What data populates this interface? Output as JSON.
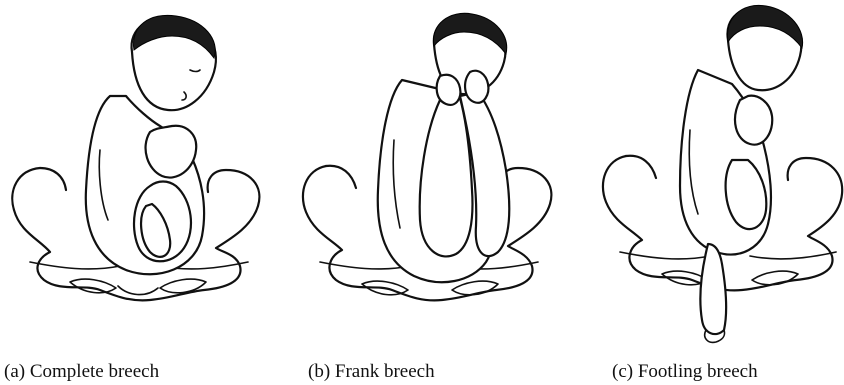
{
  "figures": [
    {
      "key": "a",
      "caption": "(a) Complete breech"
    },
    {
      "key": "b",
      "caption": "(b) Frank breech"
    },
    {
      "key": "c",
      "caption": "(c) Footling breech"
    }
  ]
}
